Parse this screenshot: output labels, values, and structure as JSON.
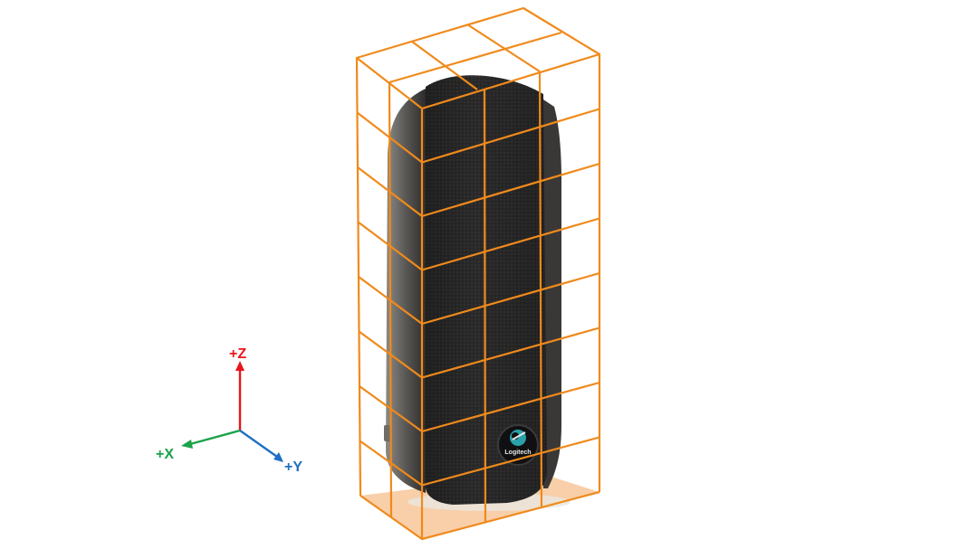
{
  "axes": {
    "z": {
      "label": "+Z",
      "color": "#e8161b"
    },
    "x": {
      "label": "+X",
      "color": "#1aa34a"
    },
    "y": {
      "label": "+Y",
      "color": "#1f6fc2"
    }
  },
  "speaker": {
    "brand_logo_text": "Logitech",
    "grille_color": "#2b2a2a",
    "body_color": "#4a4845"
  },
  "grid": {
    "color": "#f08a1c",
    "floor_fill": "#f7c79a",
    "subdivisions_vertical": 8,
    "subdivisions_width": 2,
    "subdivisions_depth": 3
  }
}
